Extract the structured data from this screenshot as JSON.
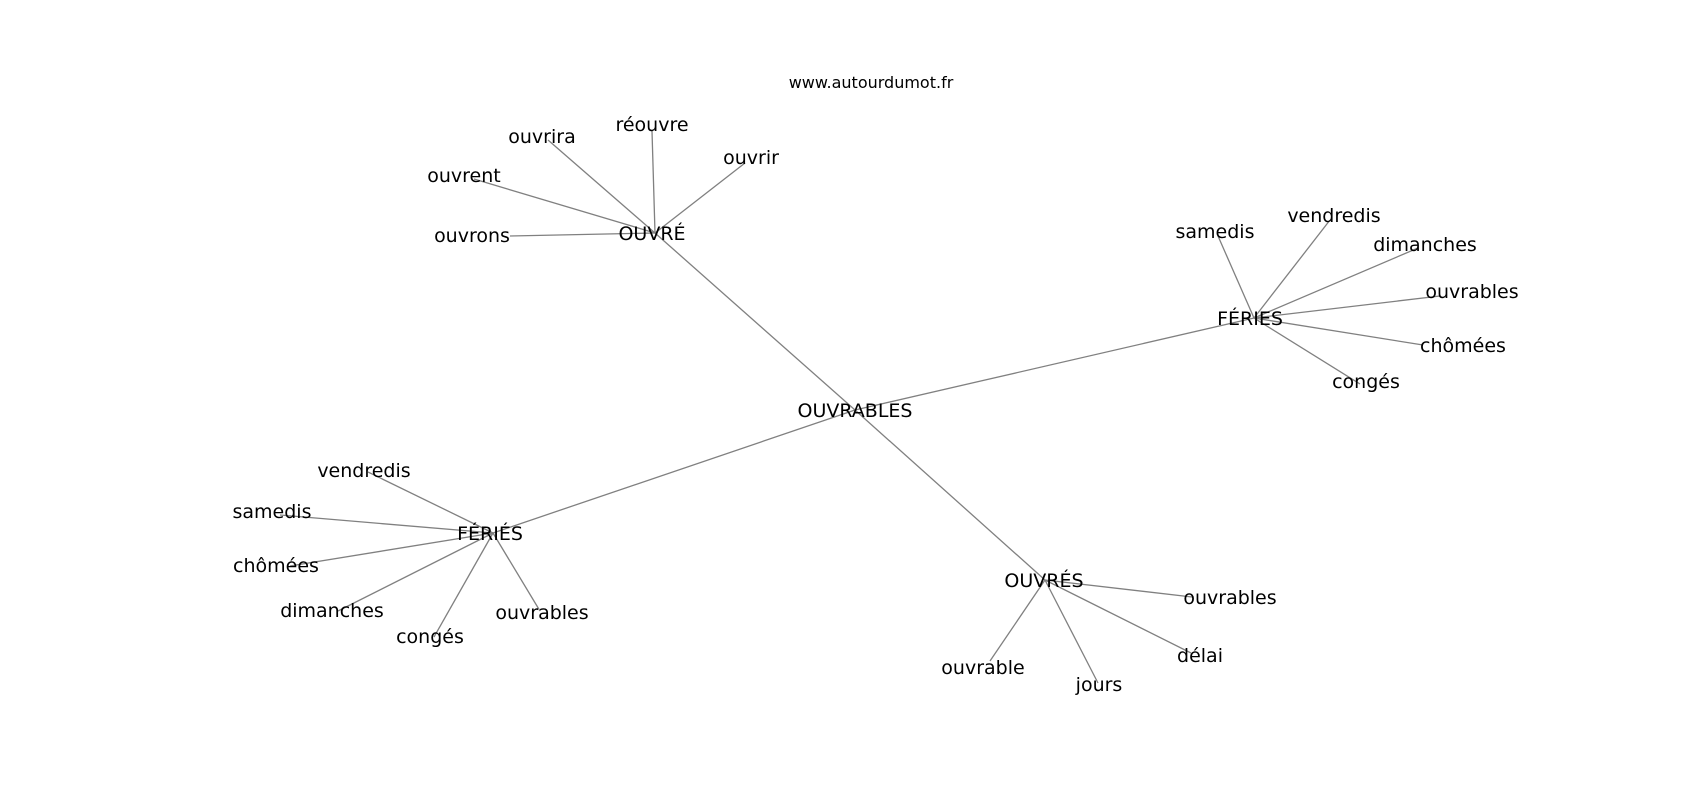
{
  "watermark": "www.autourdumot.fr",
  "center": "OUVRABLES",
  "clusters": [
    {
      "id": "ouvre",
      "label": "OUVRÉ",
      "leaves": [
        "ouvrira",
        "réouvre",
        "ouvrir",
        "ouvrent",
        "ouvrons"
      ]
    },
    {
      "id": "feries-right",
      "label": "FÉRIES",
      "leaves": [
        "samedis",
        "vendredis",
        "dimanches",
        "ouvrables",
        "chômées",
        "congés"
      ]
    },
    {
      "id": "feries-left",
      "label": "FÉRIÉS",
      "leaves": [
        "vendredis",
        "samedis",
        "chômées",
        "dimanches",
        "congés",
        "ouvrables"
      ]
    },
    {
      "id": "ouvres",
      "label": "OUVRÉS",
      "leaves": [
        "ouvrables",
        "délai",
        "jours",
        "ouvrable"
      ]
    }
  ]
}
